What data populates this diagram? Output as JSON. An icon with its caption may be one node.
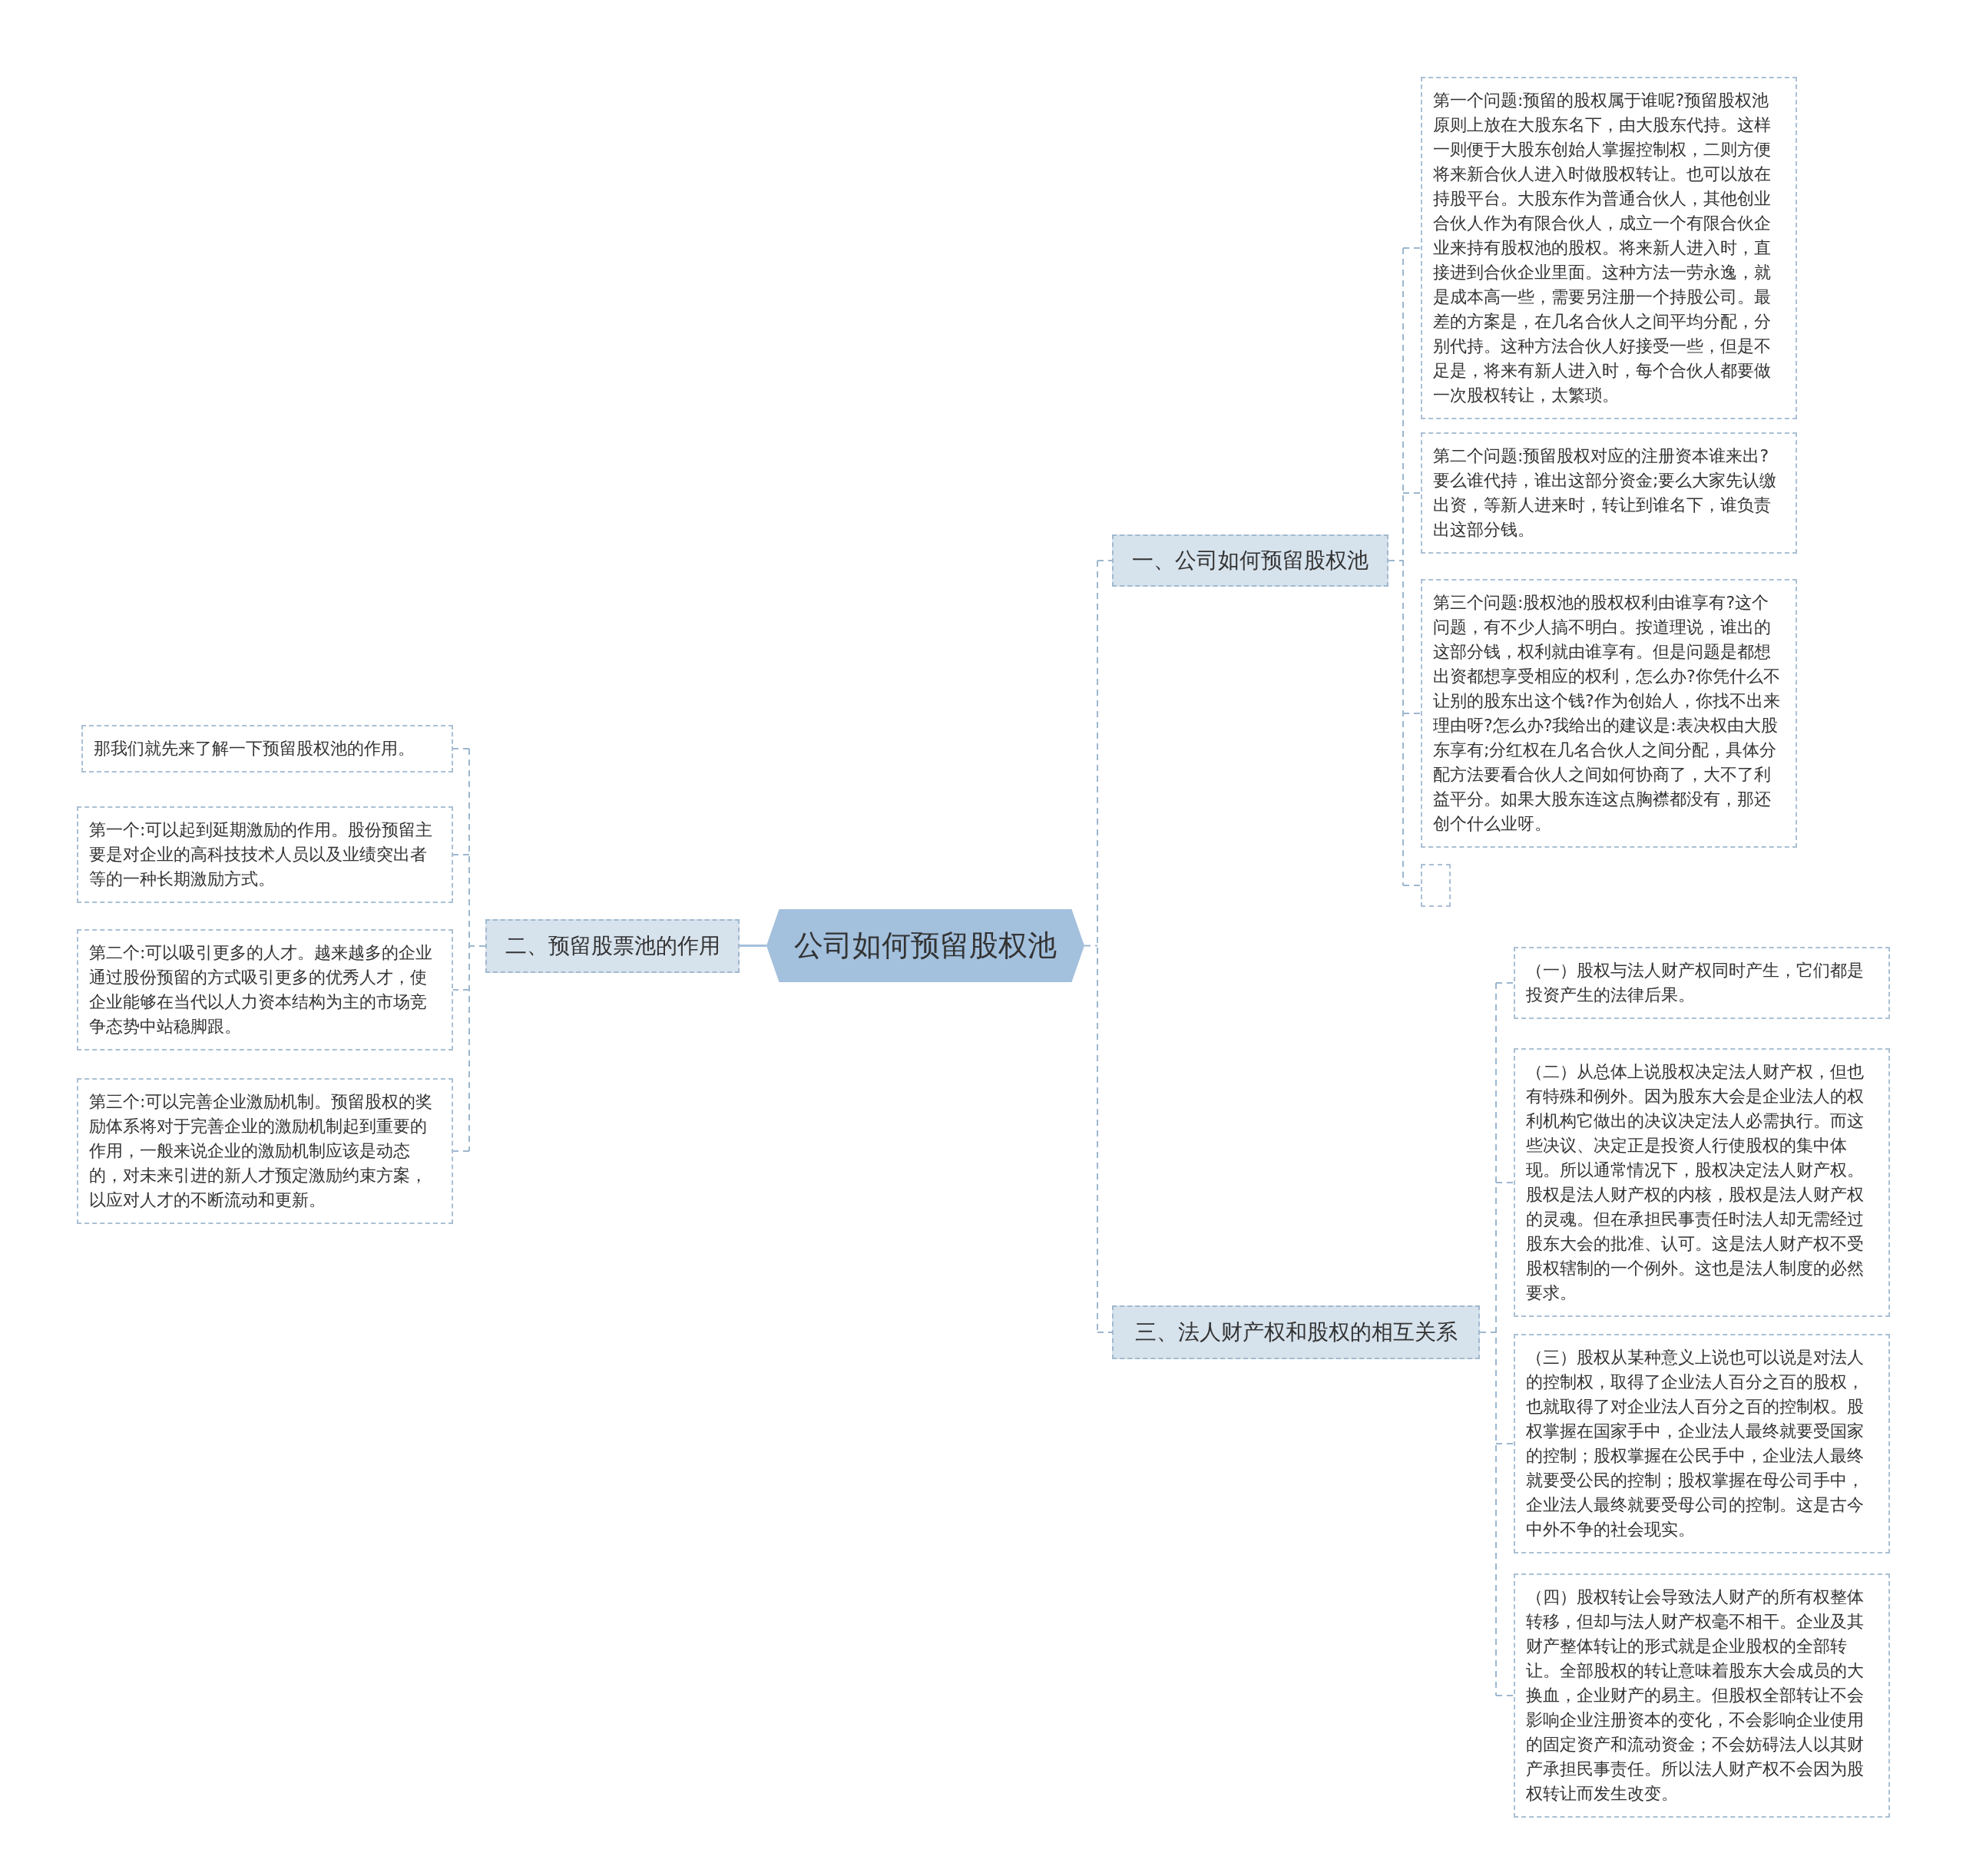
{
  "diagram": {
    "nodes": [
      {
        "text": [
          "公司如何预留股权池"
        ]
      },
      {
        "text": [
          "一、公司如何预留股权池"
        ]
      },
      {
        "text": [
          "第一个问题:预留的股权属于谁呢?预留股权池原则上放在大股东名下，由大股东代持。这样一则便于大股东创始人掌握控制权，二则方便将来新合伙人进入时做股权转让。也可以放在持股平台。大股东作为普通合伙人，其他创业合伙人作为有限合伙人，成立一个有限合伙企业来持有股权池的股权。将来新人进入时，直接进到合伙企业里面。这种方法一劳永逸，就是成本高一些，需要另注册一个持股公司。最差的方案是，在几名合伙人之间平均分配，分别代持。这种方法合伙人好接受一些，但是不足是，将来有新人进入时，每个合伙人都要做一次股权转让，太繁琐。"
        ]
      },
      {
        "text": [
          "第二个问题:预留股权对应的注册资本谁来出?要么谁代持，谁出这部分资金;要么大家先认缴出资，等新人进来时，转让到谁名下，谁负责出这部分钱。"
        ]
      },
      {
        "text": [
          "第三个问题:股权池的股权权利由谁享有?这个问题，有不少人搞不明白。按道理说，谁出的这部分钱，权利就由谁享有。但是问题是都想出资都想享受相应的权利，怎么办?你凭什么不让别的股东出这个钱?作为创始人，你找不出来理由呀?怎么办?我给出的建议是:表决权由大股东享有;分红权在几名合伙人之间分配，具体分配方法要看合伙人之间如何协商了，大不了利益平分。如果大股东连这点胸襟都没有，那还创个什么业呀。"
        ]
      },
      {
        "text": [],
        "shape": "box"
      },
      {
        "text": [
          "二、预留股票池的作用"
        ]
      },
      {
        "text": [
          "那我们就先来了解一下预留股权池的作用。"
        ]
      },
      {
        "text": [
          "第一个:可以起到延期激励的作用。股份预留主要是对企业的高科技技术人员以及业绩突出者等的一种长期激励方式。"
        ]
      },
      {
        "text": [
          "第二个:可以吸引更多的人才。越来越多的企业通过股份预留的方式吸引更多的优秀人才，使企业能够在当代以人力资本结构为主的市场竞争态势中站稳脚跟。"
        ]
      },
      {
        "text": [
          "第三个:可以完善企业激励机制。预留股权的奖励体系将对于完善企业的激励机制起到重要的作用，一般来说企业的激励机制应该是动态的，对未来引进的新人才预定激励约束方案，以应对人才的不断流动和更新。"
        ]
      },
      {
        "text": [
          "三、法人财产权和股权的相互关系"
        ]
      },
      {
        "text": [
          "（一）股权与法人财产权同时产生，它们都是投资产生的法律后果。"
        ]
      },
      {
        "text": [
          "（二）从总体上说股权决定法人财产权，但也有特殊和例外。因为股东大会是企业法人的权利机构它做出的决议决定法人必需执行。而这些决议、决定正是投资人行使股权的集中体现。所以通常情况下，股权决定法人财产权。股权是法人财产权的内核，股权是法人财产权的灵魂。但在承担民事责任时法人却无需经过股东大会的批准、认可。这是法人财产权不受股权辖制的一个例外。这也是法人制度的必然要求。"
        ]
      },
      {
        "text": [
          "（三）股权从某种意义上说也可以说是对法人的控制权，取得了企业法人百分之百的股权，也就取得了对企业法人百分之百的控制权。股权掌握在国家手中，企业法人最终就要受国家的控制；股权掌握在公民手中，企业法人最终就要受公民的控制；股权掌握在母公司手中，企业法人最终就要受母公司的控制。这是古今中外不争的社会现实。"
        ]
      },
      {
        "text": [
          "（四）股权转让会导致法人财产的所有权整体转移，但却与法人财产权毫不相干。企业及其财产整体转让的形式就是企业股权的全部转让。全部股权的转让意味着股东大会成员的大换血，企业财产的易主。但股权全部转让不会影响企业注册资本的变化，不会影响企业使用的固定资产和流动资金；不会妨碍法人以其财产承担民事责任。所以法人财产权不会因为股权转让而发生改变。"
        ]
      }
    ],
    "edges": [
      {
        "from": 0,
        "to": 1,
        "arrow": "none",
        "style": "dashed"
      },
      {
        "from": 1,
        "to": 2,
        "arrow": "none",
        "style": "dashed"
      },
      {
        "from": 1,
        "to": 3,
        "arrow": "none",
        "style": "dashed"
      },
      {
        "from": 1,
        "to": 4,
        "arrow": "none",
        "style": "dashed"
      },
      {
        "from": 1,
        "to": 5,
        "arrow": "none",
        "style": "dashed"
      },
      {
        "from": 0,
        "to": 6,
        "arrow": "none"
      },
      {
        "from": 6,
        "to": 7,
        "arrow": "none",
        "style": "dashed"
      },
      {
        "from": 6,
        "to": 8,
        "arrow": "none",
        "style": "dashed"
      },
      {
        "from": 6,
        "to": 9,
        "arrow": "none",
        "style": "dashed"
      },
      {
        "from": 6,
        "to": 10,
        "arrow": "none",
        "style": "dashed"
      },
      {
        "from": 0,
        "to": 11,
        "arrow": "none",
        "style": "dashed"
      },
      {
        "from": 11,
        "to": 12,
        "arrow": "none",
        "style": "dashed"
      },
      {
        "from": 11,
        "to": 13,
        "arrow": "none",
        "style": "dashed"
      },
      {
        "from": 11,
        "to": 14,
        "arrow": "none",
        "style": "dashed"
      },
      {
        "from": 11,
        "to": 15,
        "arrow": "none",
        "style": "dashed"
      }
    ]
  }
}
